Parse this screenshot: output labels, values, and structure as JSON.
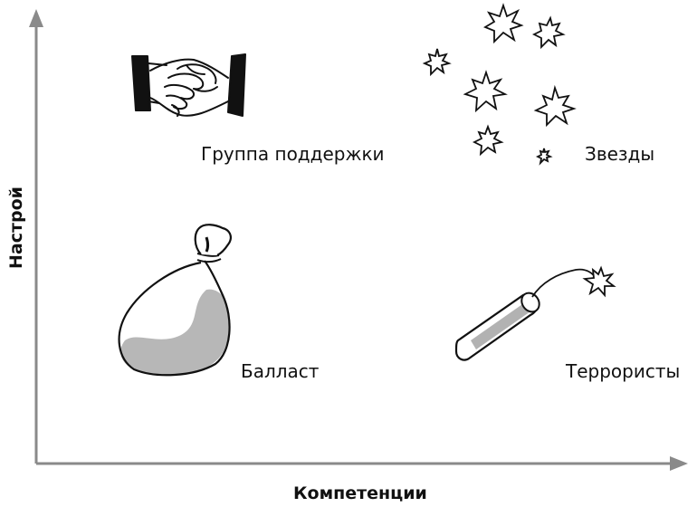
{
  "axes": {
    "x_label": "Компетенции",
    "y_label": "Настрой"
  },
  "quadrants": {
    "top_left": {
      "label": "Группа поддержки",
      "icon": "handshake-icon"
    },
    "top_right": {
      "label": "Звезды",
      "icon": "stars-icon"
    },
    "bottom_left": {
      "label": "Балласт",
      "icon": "sack-icon"
    },
    "bottom_right": {
      "label": "Террористы",
      "icon": "dynamite-icon"
    }
  },
  "colors": {
    "line": "#8a8a8a",
    "ink": "#111111",
    "shade": "#aaaaaa"
  }
}
